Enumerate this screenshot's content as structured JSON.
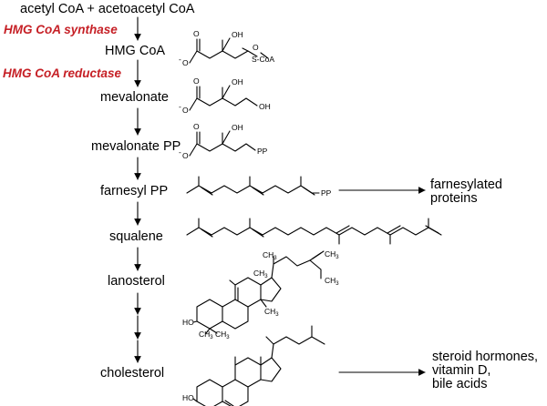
{
  "pathway": {
    "start": "acetyl CoA + acetoacetyl CoA",
    "enzymes": {
      "synthase": "HMG CoA synthase",
      "reductase": "HMG CoA reductase"
    },
    "intermediates": {
      "hmg_coa": "HMG CoA",
      "mevalonate": "mevalonate",
      "mevalonate_pp": "mevalonate PP",
      "farnesyl_pp": "farnesyl PP",
      "squalene": "squalene",
      "lanosterol": "lanosterol",
      "cholesterol": "cholesterol"
    },
    "outputs": {
      "farnesylated": [
        "farnesylated",
        "proteins"
      ],
      "steroid": [
        "steroid hormones,",
        "vitamin D,",
        "bile acids"
      ]
    }
  },
  "structures": {
    "hmg_coa": {
      "o_minus": "O",
      "minus": "-",
      "oh": "OH",
      "s_coa": "S-CoA"
    },
    "mevalonate": {
      "o_minus": "O",
      "minus": "-",
      "oh": "OH",
      "oh_end": "OH"
    },
    "mevalonate_pp": {
      "o_minus": "O",
      "minus": "-",
      "oh": "OH",
      "pp": "PP"
    },
    "farnesyl": {
      "pp": "PP"
    },
    "lanosterol": {
      "ch3_top": "CH",
      "ch3_mid1": "CH",
      "ch3_mid2": "CH",
      "ch3_right": "CH",
      "ho": "HO",
      "ch3_bl": "CH",
      "ch3_bm": "CH",
      "sub3": "3"
    },
    "cholesterol": {
      "ho": "HO"
    }
  },
  "colors": {
    "enzyme": "#c62026",
    "ink": "#000000"
  }
}
